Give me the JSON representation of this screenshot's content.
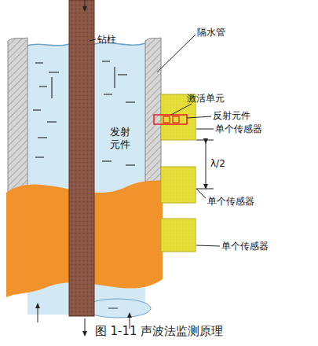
{
  "diagram": {
    "caption": "图 1-11 声波法监测原理",
    "labels": [
      "钻柱",
      "隔水管",
      "激活单元",
      "发射元件",
      "反射元件",
      "单个传感器",
      "λ/2",
      "单个传感器",
      "单个传感器"
    ]
  }
}
